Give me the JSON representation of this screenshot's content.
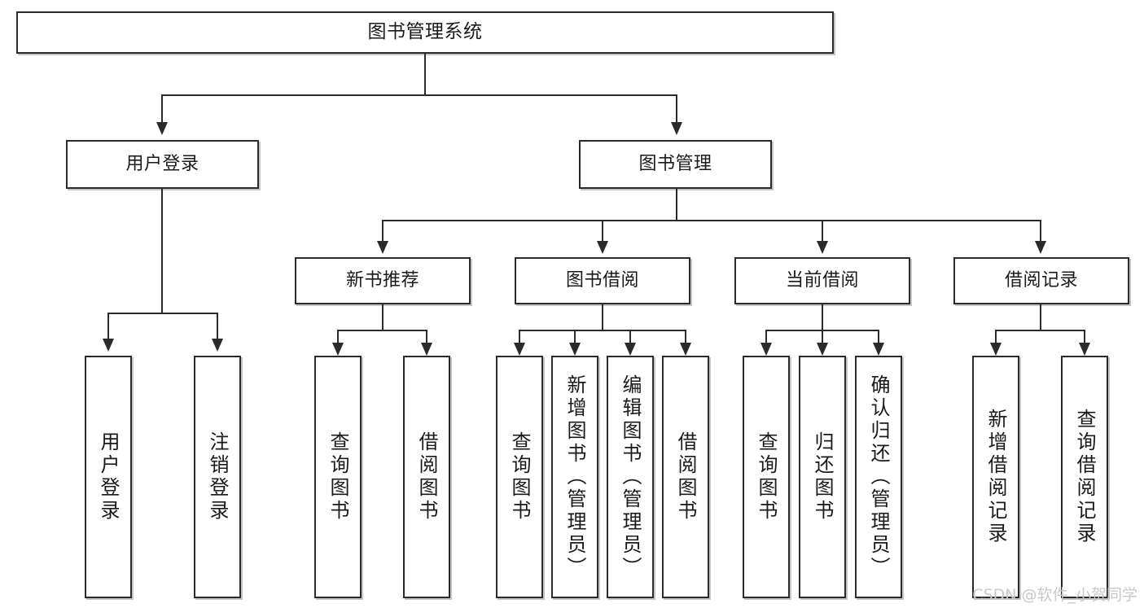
{
  "diagram": {
    "title": "图书管理系统",
    "type": "tree-hierarchy-diagram",
    "watermark": "CSDN @软件_小贺同学",
    "colors": {
      "box_border": "#2b2b2b",
      "box_fill": "#ffffff",
      "connector": "#2b2b2b",
      "text": "#1a1a1a",
      "watermark": "#c9c9c9",
      "background": "#ffffff"
    },
    "root": {
      "label": "图书管理系统"
    },
    "level2": [
      {
        "label": "用户登录"
      },
      {
        "label": "图书管理"
      }
    ],
    "level3": [
      {
        "label": "新书推荐"
      },
      {
        "label": "图书借阅"
      },
      {
        "label": "当前借阅"
      },
      {
        "label": "借阅记录"
      }
    ],
    "leaves": {
      "user_login": [
        {
          "label": "用户登录"
        },
        {
          "label": "注销登录"
        }
      ],
      "new_book_recommend": [
        {
          "label": "查询图书"
        },
        {
          "label": "借阅图书"
        }
      ],
      "book_borrow": [
        {
          "label": "查询图书"
        },
        {
          "label": "新增图书（管理员）"
        },
        {
          "label": "编辑图书（管理员）"
        },
        {
          "label": "借阅图书"
        }
      ],
      "current_borrow": [
        {
          "label": "查询图书"
        },
        {
          "label": "归还图书"
        },
        {
          "label": "确认归还（管理员）"
        }
      ],
      "borrow_record": [
        {
          "label": "新增借阅记录"
        },
        {
          "label": "查询借阅记录"
        }
      ]
    }
  }
}
